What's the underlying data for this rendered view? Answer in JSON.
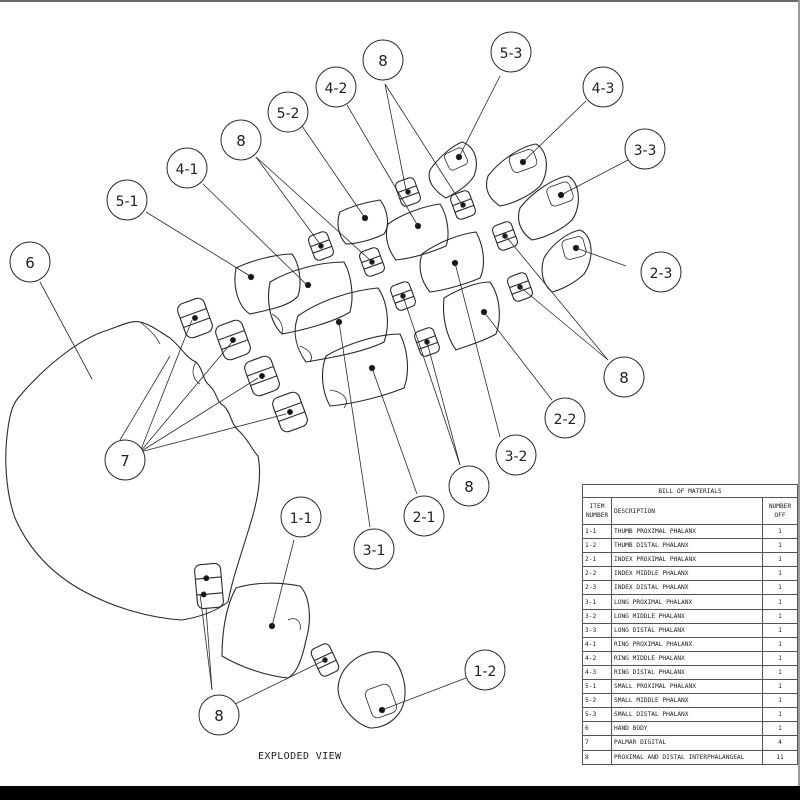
{
  "drawing": {
    "caption": "EXPLODED VIEW",
    "callouts": [
      "6",
      "7",
      "5-1",
      "4-1",
      "8",
      "5-2",
      "4-2",
      "8",
      "5-3",
      "4-3",
      "3-3",
      "2-3",
      "8",
      "2-2",
      "3-2",
      "8",
      "2-1",
      "3-1",
      "1-1",
      "1-2",
      "8"
    ]
  },
  "bom": {
    "title": "BILL OF MATERIALS",
    "headers": {
      "item": "ITEM NUMBER",
      "description": "DESCRIPTION",
      "count": "NUMBER OFF"
    },
    "rows": [
      {
        "item": "1-1",
        "description": "THUMB PROXIMAL PHALANX",
        "count": "1"
      },
      {
        "item": "1-2",
        "description": "THUMB DISTAL PHALANX",
        "count": "1"
      },
      {
        "item": "2-1",
        "description": "INDEX PROXIMAL PHALANX",
        "count": "1"
      },
      {
        "item": "2-2",
        "description": "INDEX MIDDLE PHALANX",
        "count": "1"
      },
      {
        "item": "2-3",
        "description": "INDEX DISTAL PHALANX",
        "count": "1"
      },
      {
        "item": "3-1",
        "description": "LONG PROXIMAL PHALANX",
        "count": "1"
      },
      {
        "item": "3-2",
        "description": "LONG MIDDLE PHALANX",
        "count": "1"
      },
      {
        "item": "3-3",
        "description": "LONG DISTAL PHALANX",
        "count": "1"
      },
      {
        "item": "4-1",
        "description": "RING PROXIMAL PHALANX",
        "count": "1"
      },
      {
        "item": "4-2",
        "description": "RING MIDDLE PHALANX",
        "count": "1"
      },
      {
        "item": "4-3",
        "description": "RING DISTAL PHALANX",
        "count": "1"
      },
      {
        "item": "5-1",
        "description": "SMALL PROXIMAL PHALANX",
        "count": "1"
      },
      {
        "item": "5-2",
        "description": "SMALL MIDDLE PHALANX",
        "count": "1"
      },
      {
        "item": "5-3",
        "description": "SMALL DISTAL PHALANX",
        "count": "1"
      },
      {
        "item": "6",
        "description": "HAND BODY",
        "count": "1"
      },
      {
        "item": "7",
        "description": "PALMAR DIGITAL",
        "count": "4"
      },
      {
        "item": "8",
        "description": "PROXIMAL AND DISTAL INTERPHALANGEAL",
        "count": "11"
      }
    ]
  }
}
